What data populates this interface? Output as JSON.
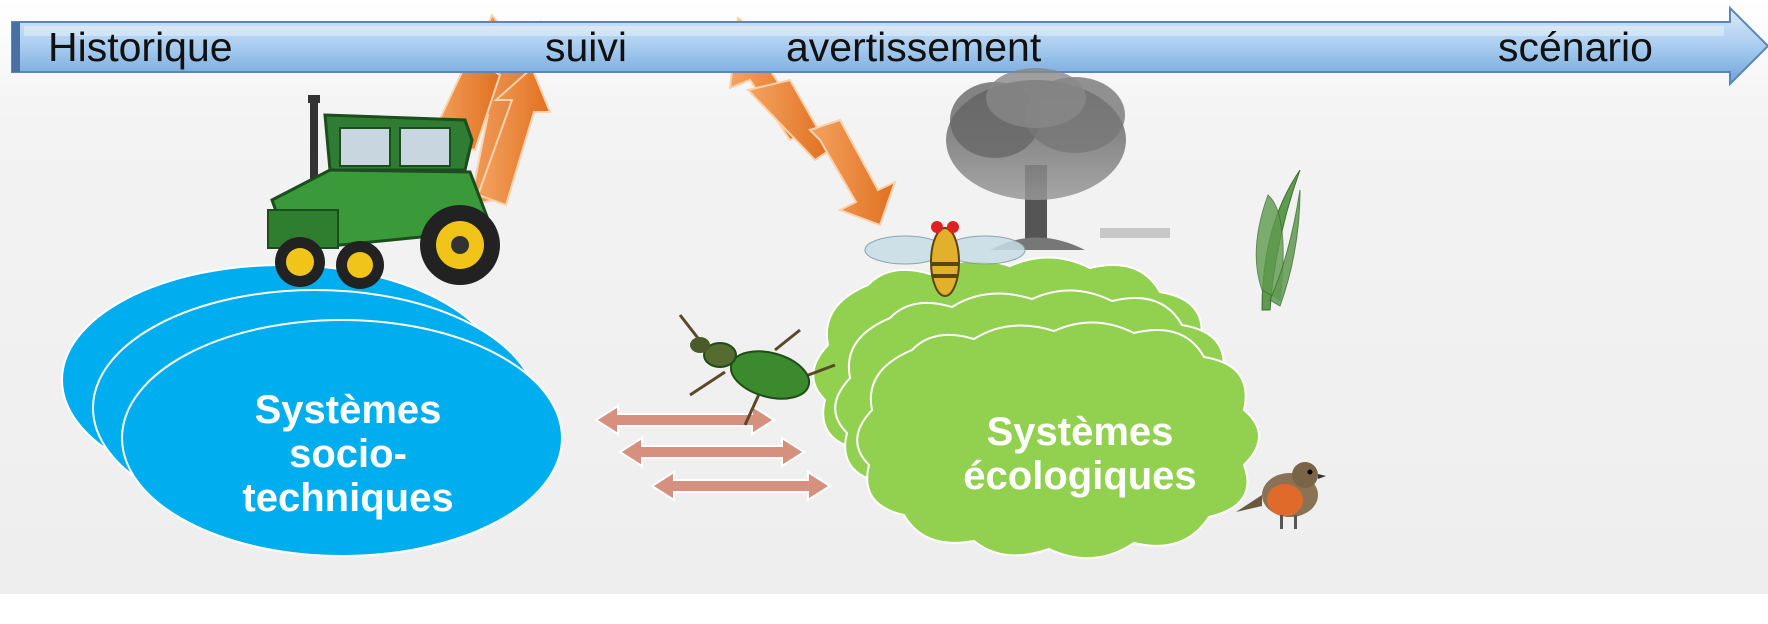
{
  "timeline": {
    "labels": [
      "Historique",
      "suivi",
      "avertissement",
      "scénario"
    ]
  },
  "socio_system": {
    "title": "Systèmes socio-techniques",
    "color": "#00aeef"
  },
  "eco_system": {
    "title": "Systèmes écologiques",
    "color": "#92d050"
  },
  "colors": {
    "timeline": "#9dc3e6",
    "flow_arrows": "#ed7d31",
    "exchange_arrows": "#d5907e"
  },
  "icons": [
    "tractor-icon",
    "tree-icon",
    "fern-icon",
    "fly-icon",
    "beetle-icon",
    "robin-icon"
  ]
}
